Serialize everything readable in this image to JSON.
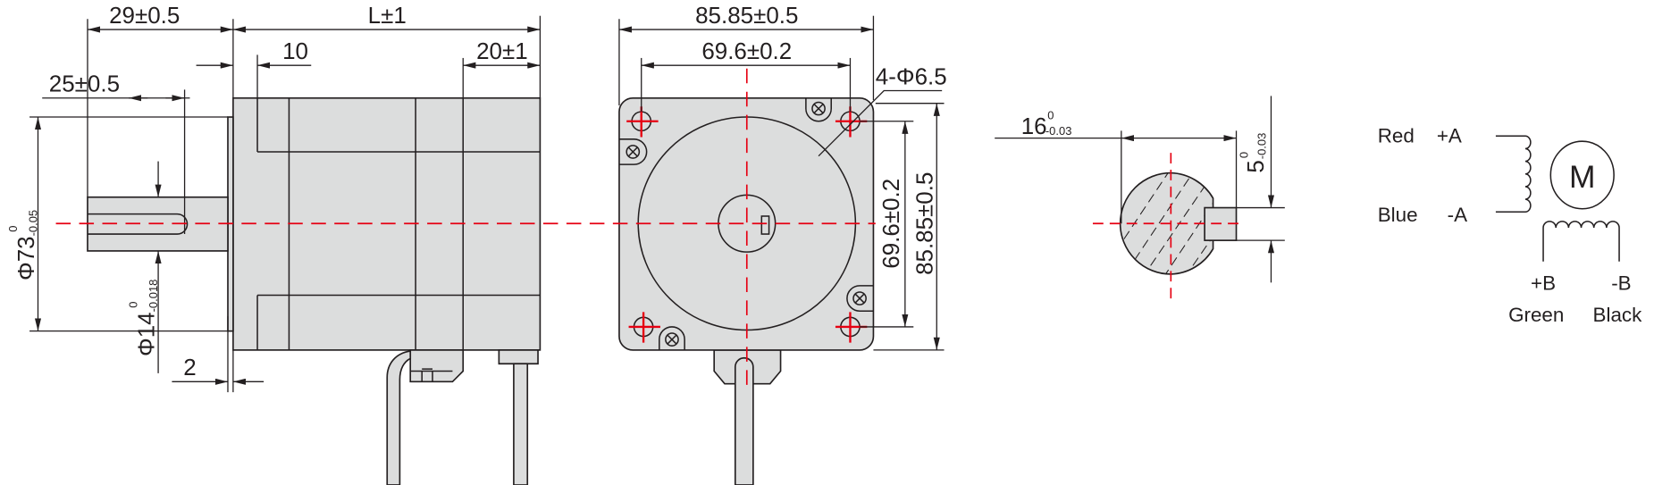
{
  "side_view": {
    "shaft_length": "29±0.5",
    "body_length": "L±1",
    "front_flange": "10",
    "rear_section": "20±1",
    "key_length": "25±0.5",
    "pilot_diameter": {
      "main": "Φ73",
      "upper": "0",
      "lower": "-0.05"
    },
    "shaft_diameter": {
      "main": "Φ14",
      "upper": "0",
      "lower": "-0.018"
    },
    "pilot_depth": "2"
  },
  "front_view": {
    "frame_width": "85.85±0.5",
    "hole_spacing_horizontal": "69.6±0.2",
    "mount_holes": "4-Φ6.5",
    "hole_spacing_vertical": "69.6±0.2",
    "frame_height": "85.85±0.5"
  },
  "shaft_section": {
    "flat_width": {
      "main": "16",
      "upper": "0",
      "lower": "-0.03"
    },
    "key_width": {
      "main": "5",
      "upper": "0",
      "lower": "-0.03"
    }
  },
  "wiring": {
    "motor_label": "M",
    "a_plus": {
      "wire": "Red",
      "terminal": "+A"
    },
    "a_minus": {
      "wire": "Blue",
      "terminal": "-A"
    },
    "b_plus": {
      "wire": "Green",
      "terminal": "+B"
    },
    "b_minus": {
      "wire": "Black",
      "terminal": "-B"
    }
  },
  "colors": {
    "line": "#231f20",
    "body_fill": "#dcdddd",
    "centerline": "#e60012"
  }
}
